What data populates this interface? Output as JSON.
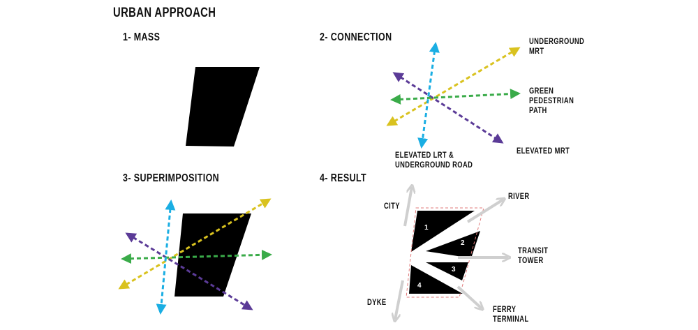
{
  "title": "URBAN APPROACH",
  "panels": [
    {
      "heading": "1- MASS"
    },
    {
      "heading": "2- CONNECTION",
      "labels": {
        "underground_mrt": [
          "UNDERGROUND",
          "MRT"
        ],
        "green_path": [
          "GREEN",
          "PEDESTRIAN",
          "PATH"
        ],
        "elevated_mrt": [
          "ELEVATED MRT"
        ],
        "elevated_lrt": [
          "ELEVATED LRT &",
          "UNDERGROUND ROAD"
        ]
      }
    },
    {
      "heading": "3- SUPERIMPOSITION"
    },
    {
      "heading": "4- RESULT",
      "labels": {
        "city": [
          "CITY"
        ],
        "river": [
          "RIVER"
        ],
        "transit_tower": [
          "TRANSIT",
          "TOWER"
        ],
        "dyke": [
          "DYKE"
        ],
        "ferry_terminal": [
          "FERRY",
          "TERMINAL"
        ]
      },
      "plot_numbers": [
        "1",
        "2",
        "3",
        "4"
      ]
    }
  ],
  "colors": {
    "mass": "#000000",
    "blue": "#1aaee3",
    "yellow": "#d9c21f",
    "green": "#3aab49",
    "purple": "#5b3b97",
    "grey_arrow": "#cfcfcf",
    "boundary_dash": "#e07a7a"
  }
}
